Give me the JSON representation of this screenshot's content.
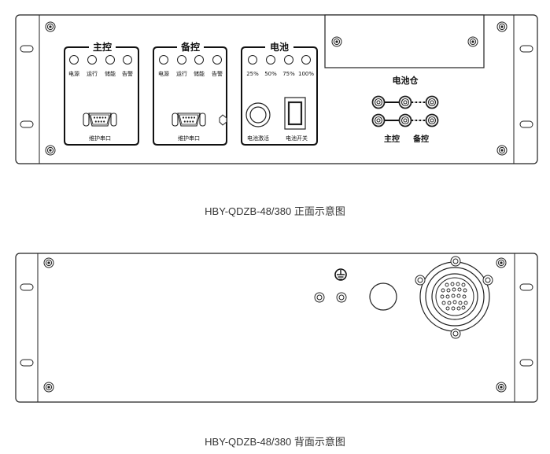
{
  "front": {
    "caption": "HBY-QDZB-48/380 正面示意图",
    "main": {
      "title": "主控",
      "leds": [
        "电源",
        "运行",
        "储能",
        "告警"
      ],
      "port": "维护串口"
    },
    "backup": {
      "title": "备控",
      "leds": [
        "电源",
        "运行",
        "储能",
        "告警"
      ],
      "port": "维护串口"
    },
    "battery": {
      "title": "电池",
      "leds": [
        "25%",
        "50%",
        "75%",
        "100%"
      ],
      "activate": "电池激活",
      "switch": "电池开关"
    },
    "bay": {
      "title": "电池仓",
      "main": "主控",
      "backup": "备控"
    }
  },
  "back": {
    "caption": "HBY-QDZB-48/380 背面示意图"
  }
}
